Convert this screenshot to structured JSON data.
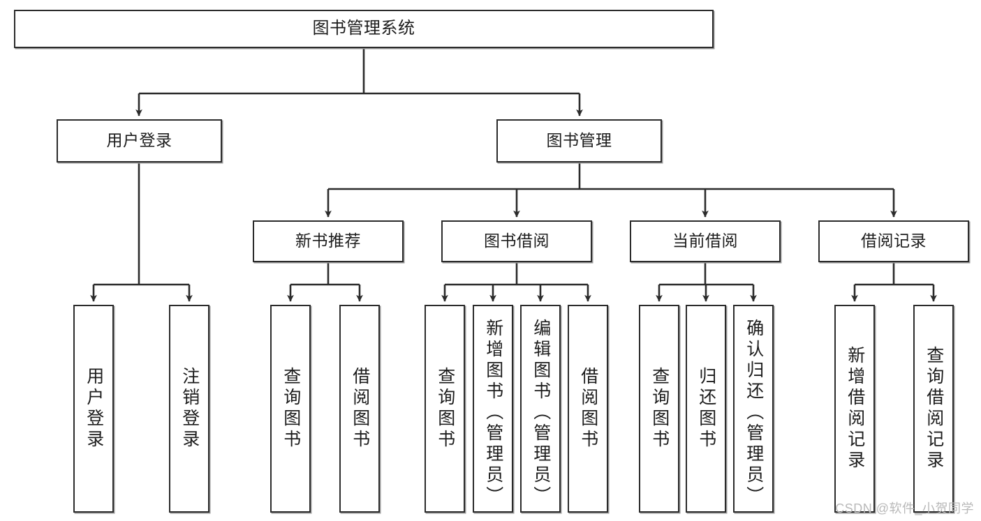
{
  "diagram": {
    "title": "图书管理系统",
    "watermark": "CSDN @软件_小贺同学",
    "colors": {
      "stroke": "#2b2b2b",
      "fill": "#ffffff",
      "shadow": "#9a9a9a",
      "watermark": "#b9b9b9"
    },
    "root": {
      "label": "图书管理系统"
    },
    "level2": [
      {
        "label": "用户登录"
      },
      {
        "label": "图书管理"
      }
    ],
    "level3": [
      {
        "label": "新书推荐"
      },
      {
        "label": "图书借阅"
      },
      {
        "label": "当前借阅"
      },
      {
        "label": "借阅记录"
      }
    ],
    "leaves": {
      "user_login": [
        {
          "label": "用户登录"
        },
        {
          "label": "注销登录"
        }
      ],
      "new_book": [
        {
          "label": "查询图书"
        },
        {
          "label": "借阅图书"
        }
      ],
      "book_borrow": [
        {
          "label": "查询图书"
        },
        {
          "label": "新增图书（管理员）"
        },
        {
          "label": "编辑图书（管理员）"
        },
        {
          "label": "借阅图书"
        }
      ],
      "current_borrow": [
        {
          "label": "查询图书"
        },
        {
          "label": "归还图书"
        },
        {
          "label": "确认归还（管理员）"
        }
      ],
      "borrow_record": [
        {
          "label": "新增借阅记录"
        },
        {
          "label": "查询借阅记录"
        }
      ]
    }
  }
}
